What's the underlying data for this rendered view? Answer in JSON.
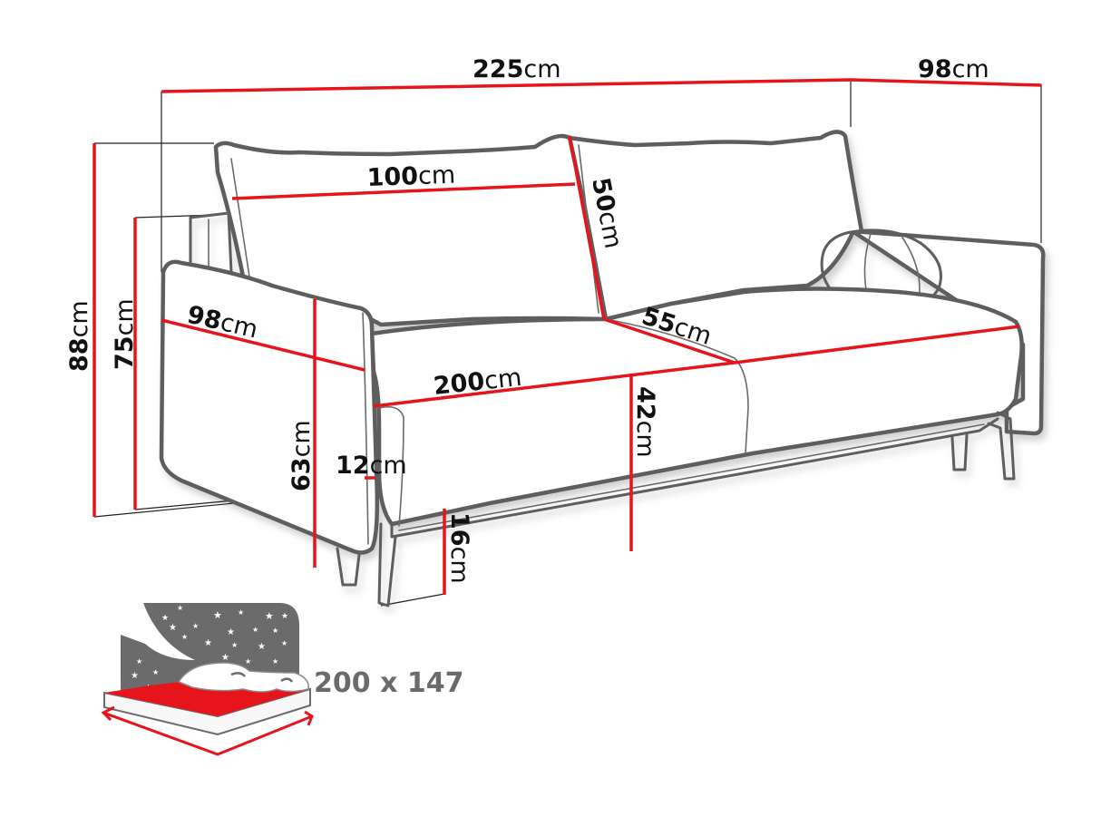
{
  "colors": {
    "dimension_line": "#e8141c",
    "outline": "#5e5e5e",
    "text": "#111111",
    "bed_icon_gray": "#6b6b6b",
    "bed_icon_red": "#e8141c"
  },
  "dimensions": {
    "total_width": {
      "value": "225",
      "unit": "cm"
    },
    "total_depth": {
      "value": "98",
      "unit": "cm"
    },
    "cushion_width": {
      "value": "100",
      "unit": "cm"
    },
    "cushion_height": {
      "value": "50",
      "unit": "cm"
    },
    "total_height": {
      "value": "88",
      "unit": "cm"
    },
    "back_height": {
      "value": "75",
      "unit": "cm"
    },
    "armrest_depth": {
      "value": "98",
      "unit": "cm"
    },
    "seat_depth": {
      "value": "55",
      "unit": "cm"
    },
    "seat_width": {
      "value": "200",
      "unit": "cm"
    },
    "seat_height": {
      "value": "42",
      "unit": "cm"
    },
    "armrest_height": {
      "value": "63",
      "unit": "cm"
    },
    "armrest_thickness": {
      "value": "12",
      "unit": "cm"
    },
    "leg_height": {
      "value": "16",
      "unit": "cm"
    }
  },
  "sleeping_area": {
    "icon": "bed-with-night-sky-icon",
    "label": "200 x 147"
  }
}
